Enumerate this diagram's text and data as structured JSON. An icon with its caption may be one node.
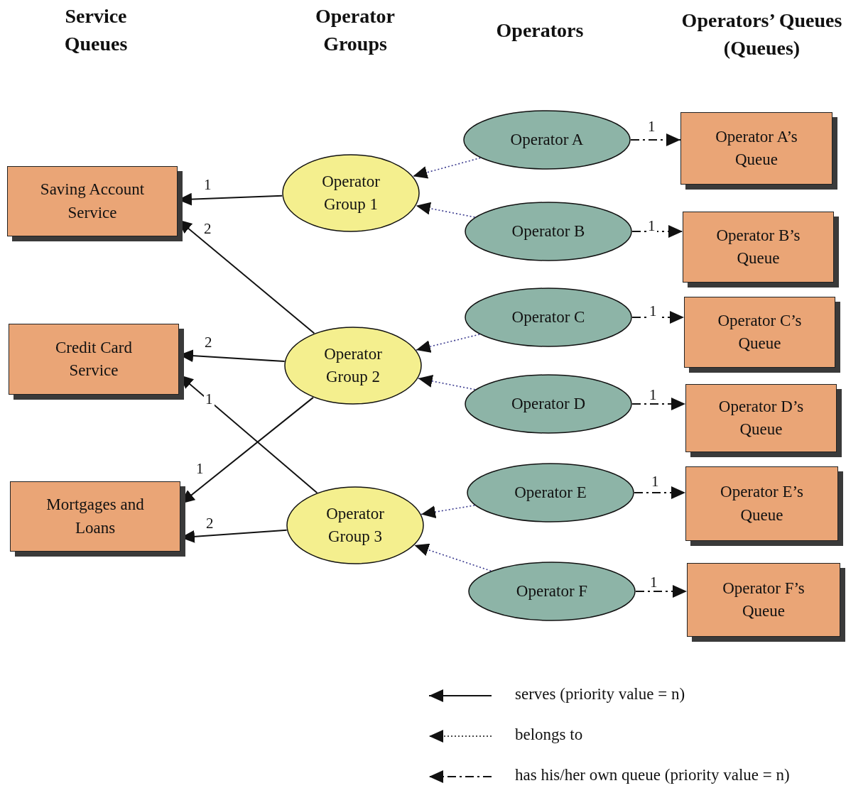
{
  "diagram": {
    "nodes": [
      {
        "text": [
          "Saving Account Service"
        ]
      },
      {
        "text": [
          "Credit Card Service"
        ]
      },
      {
        "text": [
          "Mortgages and Loans"
        ]
      },
      {
        "text": [
          "Operator Group 1"
        ]
      },
      {
        "text": [
          "Operator Group 2"
        ]
      },
      {
        "text": [
          "Operator Group 3"
        ]
      },
      {
        "text": [
          "Operator A"
        ]
      },
      {
        "text": [
          "Operator B"
        ]
      },
      {
        "text": [
          "Operator C"
        ]
      },
      {
        "text": [
          "Operator D"
        ]
      },
      {
        "text": [
          "Operator E"
        ]
      },
      {
        "text": [
          "Operator F"
        ]
      },
      {
        "text": [
          "Operator A’s Queue"
        ]
      },
      {
        "text": [
          "Operator B’s Queue"
        ]
      },
      {
        "text": [
          "Operator C’s Queue"
        ]
      },
      {
        "text": [
          "Operator D’s Queue"
        ]
      },
      {
        "text": [
          "Operator E’s Queue"
        ]
      },
      {
        "text": [
          "Operator F’s Queue"
        ]
      }
    ],
    "edges": [
      {
        "from": 3,
        "to": 0,
        "arrow": "to",
        "label": "1"
      },
      {
        "from": 4,
        "to": 0,
        "arrow": "to",
        "label": "2"
      },
      {
        "from": 4,
        "to": 1,
        "arrow": "to",
        "label": "2"
      },
      {
        "from": 5,
        "to": 1,
        "arrow": "to",
        "label": "1"
      },
      {
        "from": 4,
        "to": 2,
        "arrow": "to",
        "label": "1"
      },
      {
        "from": 5,
        "to": 2,
        "arrow": "to",
        "label": "2"
      },
      {
        "from": 6,
        "to": 3,
        "arrow": "to",
        "style": "dashed",
        "color": "#3b3b8f"
      },
      {
        "from": 7,
        "to": 3,
        "arrow": "to",
        "style": "dashed",
        "color": "#3b3b8f"
      },
      {
        "from": 8,
        "to": 4,
        "arrow": "to",
        "style": "dashed",
        "color": "#3b3b8f"
      },
      {
        "from": 9,
        "to": 4,
        "arrow": "to",
        "style": "dashed",
        "color": "#3b3b8f"
      },
      {
        "from": 10,
        "to": 5,
        "arrow": "to",
        "style": "dashed",
        "color": "#3b3b8f"
      },
      {
        "from": 11,
        "to": 5,
        "arrow": "to",
        "style": "dashed",
        "color": "#3b3b8f"
      },
      {
        "from": 6,
        "to": 12,
        "arrow": "to",
        "label": "1",
        "style": "dashed"
      },
      {
        "from": 7,
        "to": 13,
        "arrow": "to",
        "label": "1",
        "style": "dashed"
      },
      {
        "from": 8,
        "to": 14,
        "arrow": "to",
        "label": "1",
        "style": "dashed"
      },
      {
        "from": 9,
        "to": 15,
        "arrow": "to",
        "label": "1",
        "style": "dashed"
      },
      {
        "from": 10,
        "to": 16,
        "arrow": "to",
        "label": "1",
        "style": "dashed"
      },
      {
        "from": 11,
        "to": 17,
        "arrow": "to",
        "label": "1",
        "style": "dashed"
      }
    ],
    "labels": [
      "Service Queues",
      "Operator Groups",
      "Operators",
      "Operators’ Queues (Queues)"
    ],
    "legend": [
      {
        "text": "serves (priority value = n)"
      },
      {
        "text": "belongs to"
      },
      {
        "text": "has his/her own queue (priority value = n)"
      }
    ]
  }
}
